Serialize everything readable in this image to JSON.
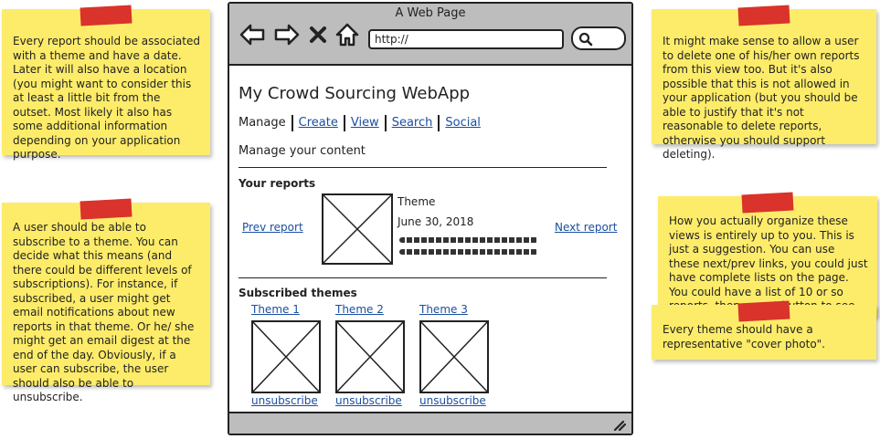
{
  "notes": {
    "top_left": "Every report should be associated with a theme and have a date. Later it will also have a location (you might want to consider this at least a little bit from the outset. Most likely it also has some additional information depending on your application purpose.",
    "bottom_left": "A user should be able to subscribe to a theme. You can decide what this means (and there could be different levels of subscriptions). For instance, if subscribed, a user might get email notifications about new reports in that theme. Or he/ she might get an email digest at the end of the day. Obviously, if a user can subscribe, the user should also be able to unsubscribe.",
    "top_right": "It might make sense to allow a user to delete one of his/her own reports from this view too. But it's also possible that this is not allowed in your application (but you should be able to justify that it's not reasonable to delete reports, otherwise you should support deleting).",
    "middle_right": "How you actually organize these views is entirely up to you. This is just a suggestion. You can use these next/prev links, you could just have complete lists on the page. You could have a list of 10 or so reports, then a next button to see more, etc.",
    "bottom_right": "Every theme should have a representative \"cover photo\"."
  },
  "browser": {
    "title": "A Web Page",
    "url": "http://"
  },
  "app": {
    "title": "My Crowd Sourcing WebApp",
    "nav": [
      "Manage",
      "Create",
      "View",
      "Search",
      "Social"
    ],
    "subtitle": "Manage your content"
  },
  "reports": {
    "heading": "Your reports",
    "prev": "Prev report",
    "next": "Next report",
    "theme": "Theme",
    "date": "June 30, 2018"
  },
  "subscribed": {
    "heading": "Subscribed themes",
    "themes": [
      {
        "name": "Theme 1",
        "action": "unsubscribe"
      },
      {
        "name": "Theme 2",
        "action": "unsubscribe"
      },
      {
        "name": "Theme 3",
        "action": "unsubscribe"
      }
    ]
  },
  "colors": {
    "note": "#fdec6a",
    "tape": "#d9332b",
    "link": "#1a4fa0",
    "chrome": "#bdbdbd"
  }
}
